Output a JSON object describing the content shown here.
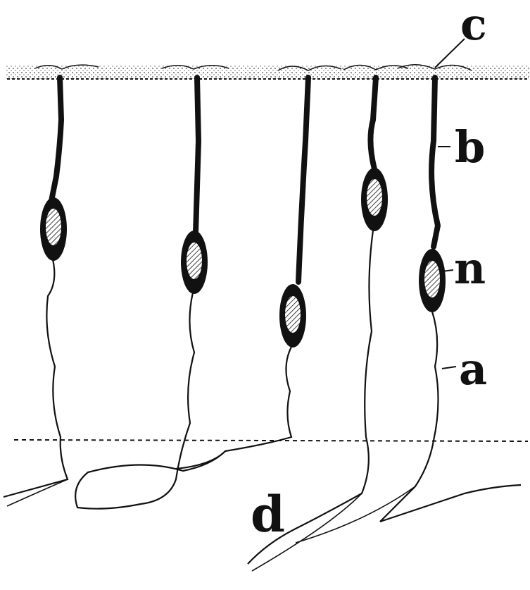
{
  "labels": {
    "c": "c",
    "b": "b",
    "n": "n",
    "a": "a",
    "d": "d"
  },
  "colors": {
    "ink": "#111111",
    "paper": "#ffffff"
  }
}
